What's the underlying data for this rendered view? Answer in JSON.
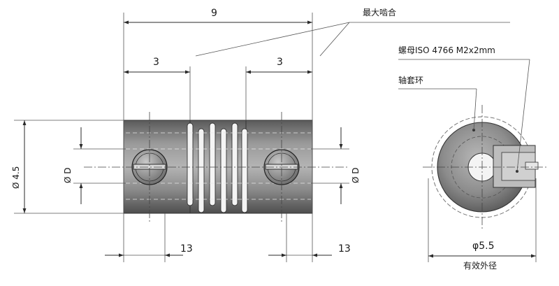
{
  "labels": {
    "dim_top_length": "9",
    "dim_left_hub": "3",
    "dim_right_hub": "3",
    "dim_bottom_left": "13",
    "dim_bottom_right": "13",
    "max_bore": "最大啮合",
    "screw": "螺母ISO 4766 M2x2mm",
    "collar": "轴套环",
    "outer_dia": "φ5.5",
    "outer_dia_caption": "有效外径",
    "dia_body": "Ø 4.5",
    "dia_bore_left": "Ø D",
    "dia_bore_right": "Ø D"
  },
  "colors": {
    "body_light": "#a9a9a9",
    "body_mid": "#7a7a7a",
    "body_dark": "#4a4a4a",
    "line": "#2a2a2a"
  }
}
